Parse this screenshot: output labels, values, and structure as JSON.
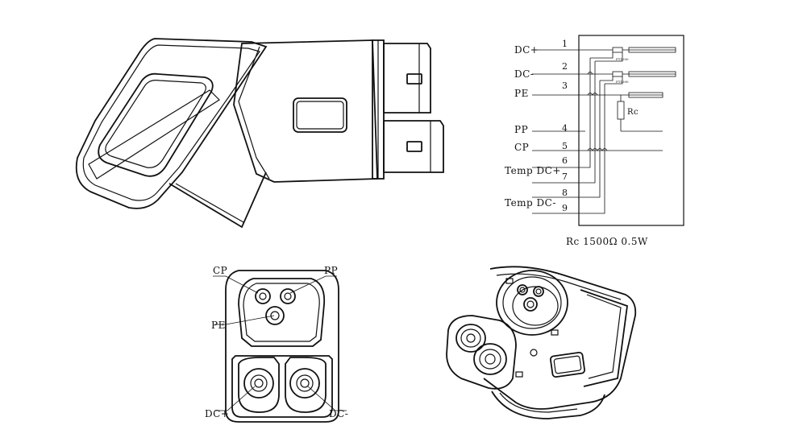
{
  "figure": {
    "side_view": {},
    "wiring": {
      "pins": [
        {
          "label": "DC+",
          "number": "1"
        },
        {
          "label": "DC-",
          "number": "2"
        },
        {
          "label": "PE",
          "number": "3"
        },
        {
          "label": "PP",
          "number": "4"
        },
        {
          "label": "CP",
          "number": "5"
        },
        {
          "label": "Temp  DC+",
          "number": "6"
        },
        {
          "label": "",
          "number": "7"
        },
        {
          "label": "",
          "number": "8"
        },
        {
          "label": "Temp  DC-",
          "number": "9"
        }
      ],
      "resistor_label": "Rc",
      "sensor_label_1": "PT1000",
      "sensor_label_2": "PT1000",
      "spec_note": "Rc 1500Ω  0.5W"
    },
    "face_view": {
      "labels": {
        "cp": "CP",
        "pp": "PP",
        "pe": "PE",
        "dc_plus": "DC+",
        "dc_minus": "DC-"
      }
    },
    "iso_view": {}
  }
}
